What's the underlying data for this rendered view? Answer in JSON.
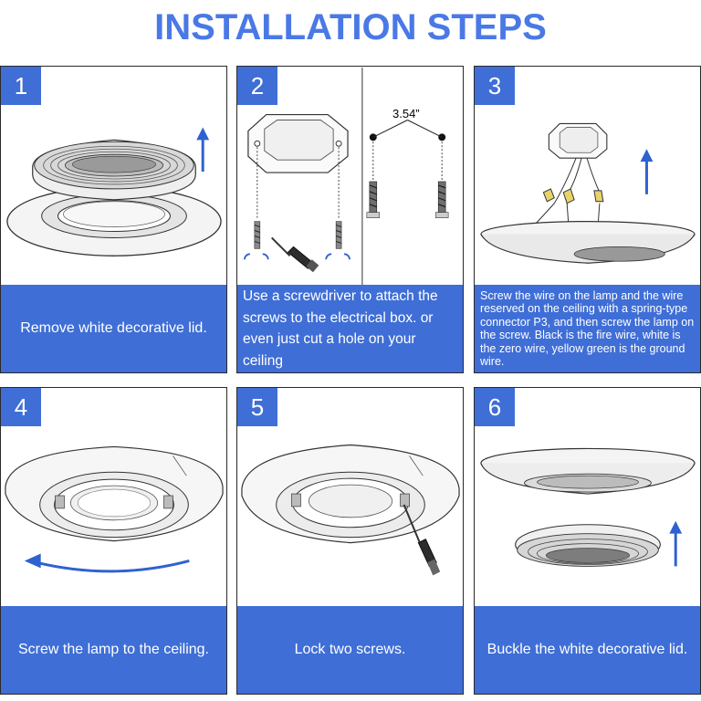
{
  "title": "INSTALLATION STEPS",
  "steps": [
    {
      "number": "1",
      "caption": "Remove white decorative lid."
    },
    {
      "number": "2",
      "caption": "Use a screwdriver to attach the screws to the electrical box. or even just cut a hole on your ceiling",
      "dimension": "3.54”"
    },
    {
      "number": "3",
      "caption": "Screw the wire on the lamp and the wire reserved on the ceiling with a spring-type connector P3, and then screw the lamp on the screw. Black is the fire wire, white is the zero wire, yellow green is the ground wire."
    },
    {
      "number": "4",
      "caption": "Screw the lamp to the ceiling."
    },
    {
      "number": "5",
      "caption": "Lock two screws."
    },
    {
      "number": "6",
      "caption": "Buckle the white decorative lid."
    }
  ],
  "colors": {
    "accent": "#3f6ed6",
    "title": "#4a79e6",
    "arrow": "#2f62d0"
  },
  "icons": [
    "up-arrow-icon",
    "rotate-arrow-icon",
    "screwdriver-icon",
    "screw-icon",
    "junction-box-icon",
    "wire-connector-icon"
  ]
}
